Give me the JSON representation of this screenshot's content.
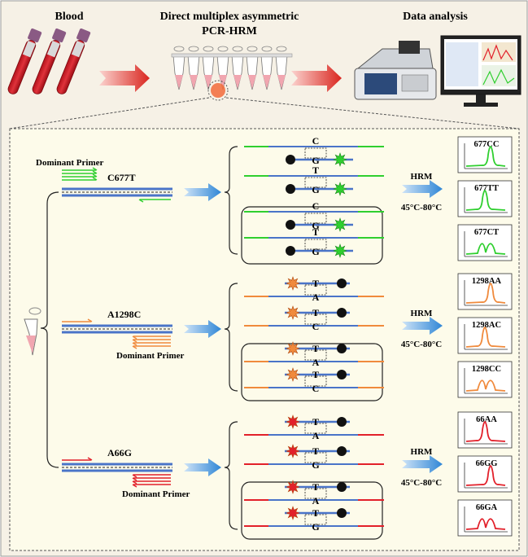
{
  "top": {
    "blood_label": "Blood",
    "pcr_label_line1": "Direct multiplex asymmetric",
    "pcr_label_line2": "PCR-HRM",
    "analysis_label": "Data analysis"
  },
  "colors": {
    "outer_bg": "#f6f1e6",
    "panel_bg": "#fdfbea",
    "strand_blue": "#4a74c8",
    "green": "#2fcf2f",
    "orange": "#f08a3c",
    "red": "#e2202a",
    "arrow_red": "#d9261f",
    "arrow_blue": "#2f86d6"
  },
  "groups": [
    {
      "mutation": "C677T",
      "primer_label": "Dominant Primer",
      "color_name": "green",
      "hrm_label": "HRM",
      "temp_label": "45°C-80°C",
      "duplexes": [
        {
          "top": "C",
          "bottom": "G"
        },
        {
          "top": "T",
          "bottom": "G"
        },
        {
          "top": "C",
          "bottom": "G"
        },
        {
          "top": "T",
          "bottom": "G"
        }
      ],
      "curves": [
        {
          "label": "677CC",
          "peaks": "single-right"
        },
        {
          "label": "677TT",
          "peaks": "single-left"
        },
        {
          "label": "677CT",
          "peaks": "double"
        }
      ]
    },
    {
      "mutation": "A1298C",
      "primer_label": "Dominant Primer",
      "color_name": "orange",
      "hrm_label": "HRM",
      "temp_label": "45°C-80°C",
      "duplexes": [
        {
          "top": "T",
          "bottom": "A"
        },
        {
          "top": "T",
          "bottom": "C"
        },
        {
          "top": "T",
          "bottom": "A"
        },
        {
          "top": "T",
          "bottom": "C"
        }
      ],
      "curves": [
        {
          "label": "1298AA",
          "peaks": "single-right"
        },
        {
          "label": "1298AC",
          "peaks": "single-left"
        },
        {
          "label": "1298CC",
          "peaks": "double"
        }
      ]
    },
    {
      "mutation": "A66G",
      "primer_label": "Dominant Primer",
      "color_name": "red",
      "hrm_label": "HRM",
      "temp_label": "45°C-80°C",
      "duplexes": [
        {
          "top": "T",
          "bottom": "A"
        },
        {
          "top": "T",
          "bottom": "G"
        },
        {
          "top": "T",
          "bottom": "A"
        },
        {
          "top": "T",
          "bottom": "G"
        }
      ],
      "curves": [
        {
          "label": "66AA",
          "peaks": "single-left"
        },
        {
          "label": "66GG",
          "peaks": "single-right"
        },
        {
          "label": "66GA",
          "peaks": "double"
        }
      ]
    }
  ]
}
